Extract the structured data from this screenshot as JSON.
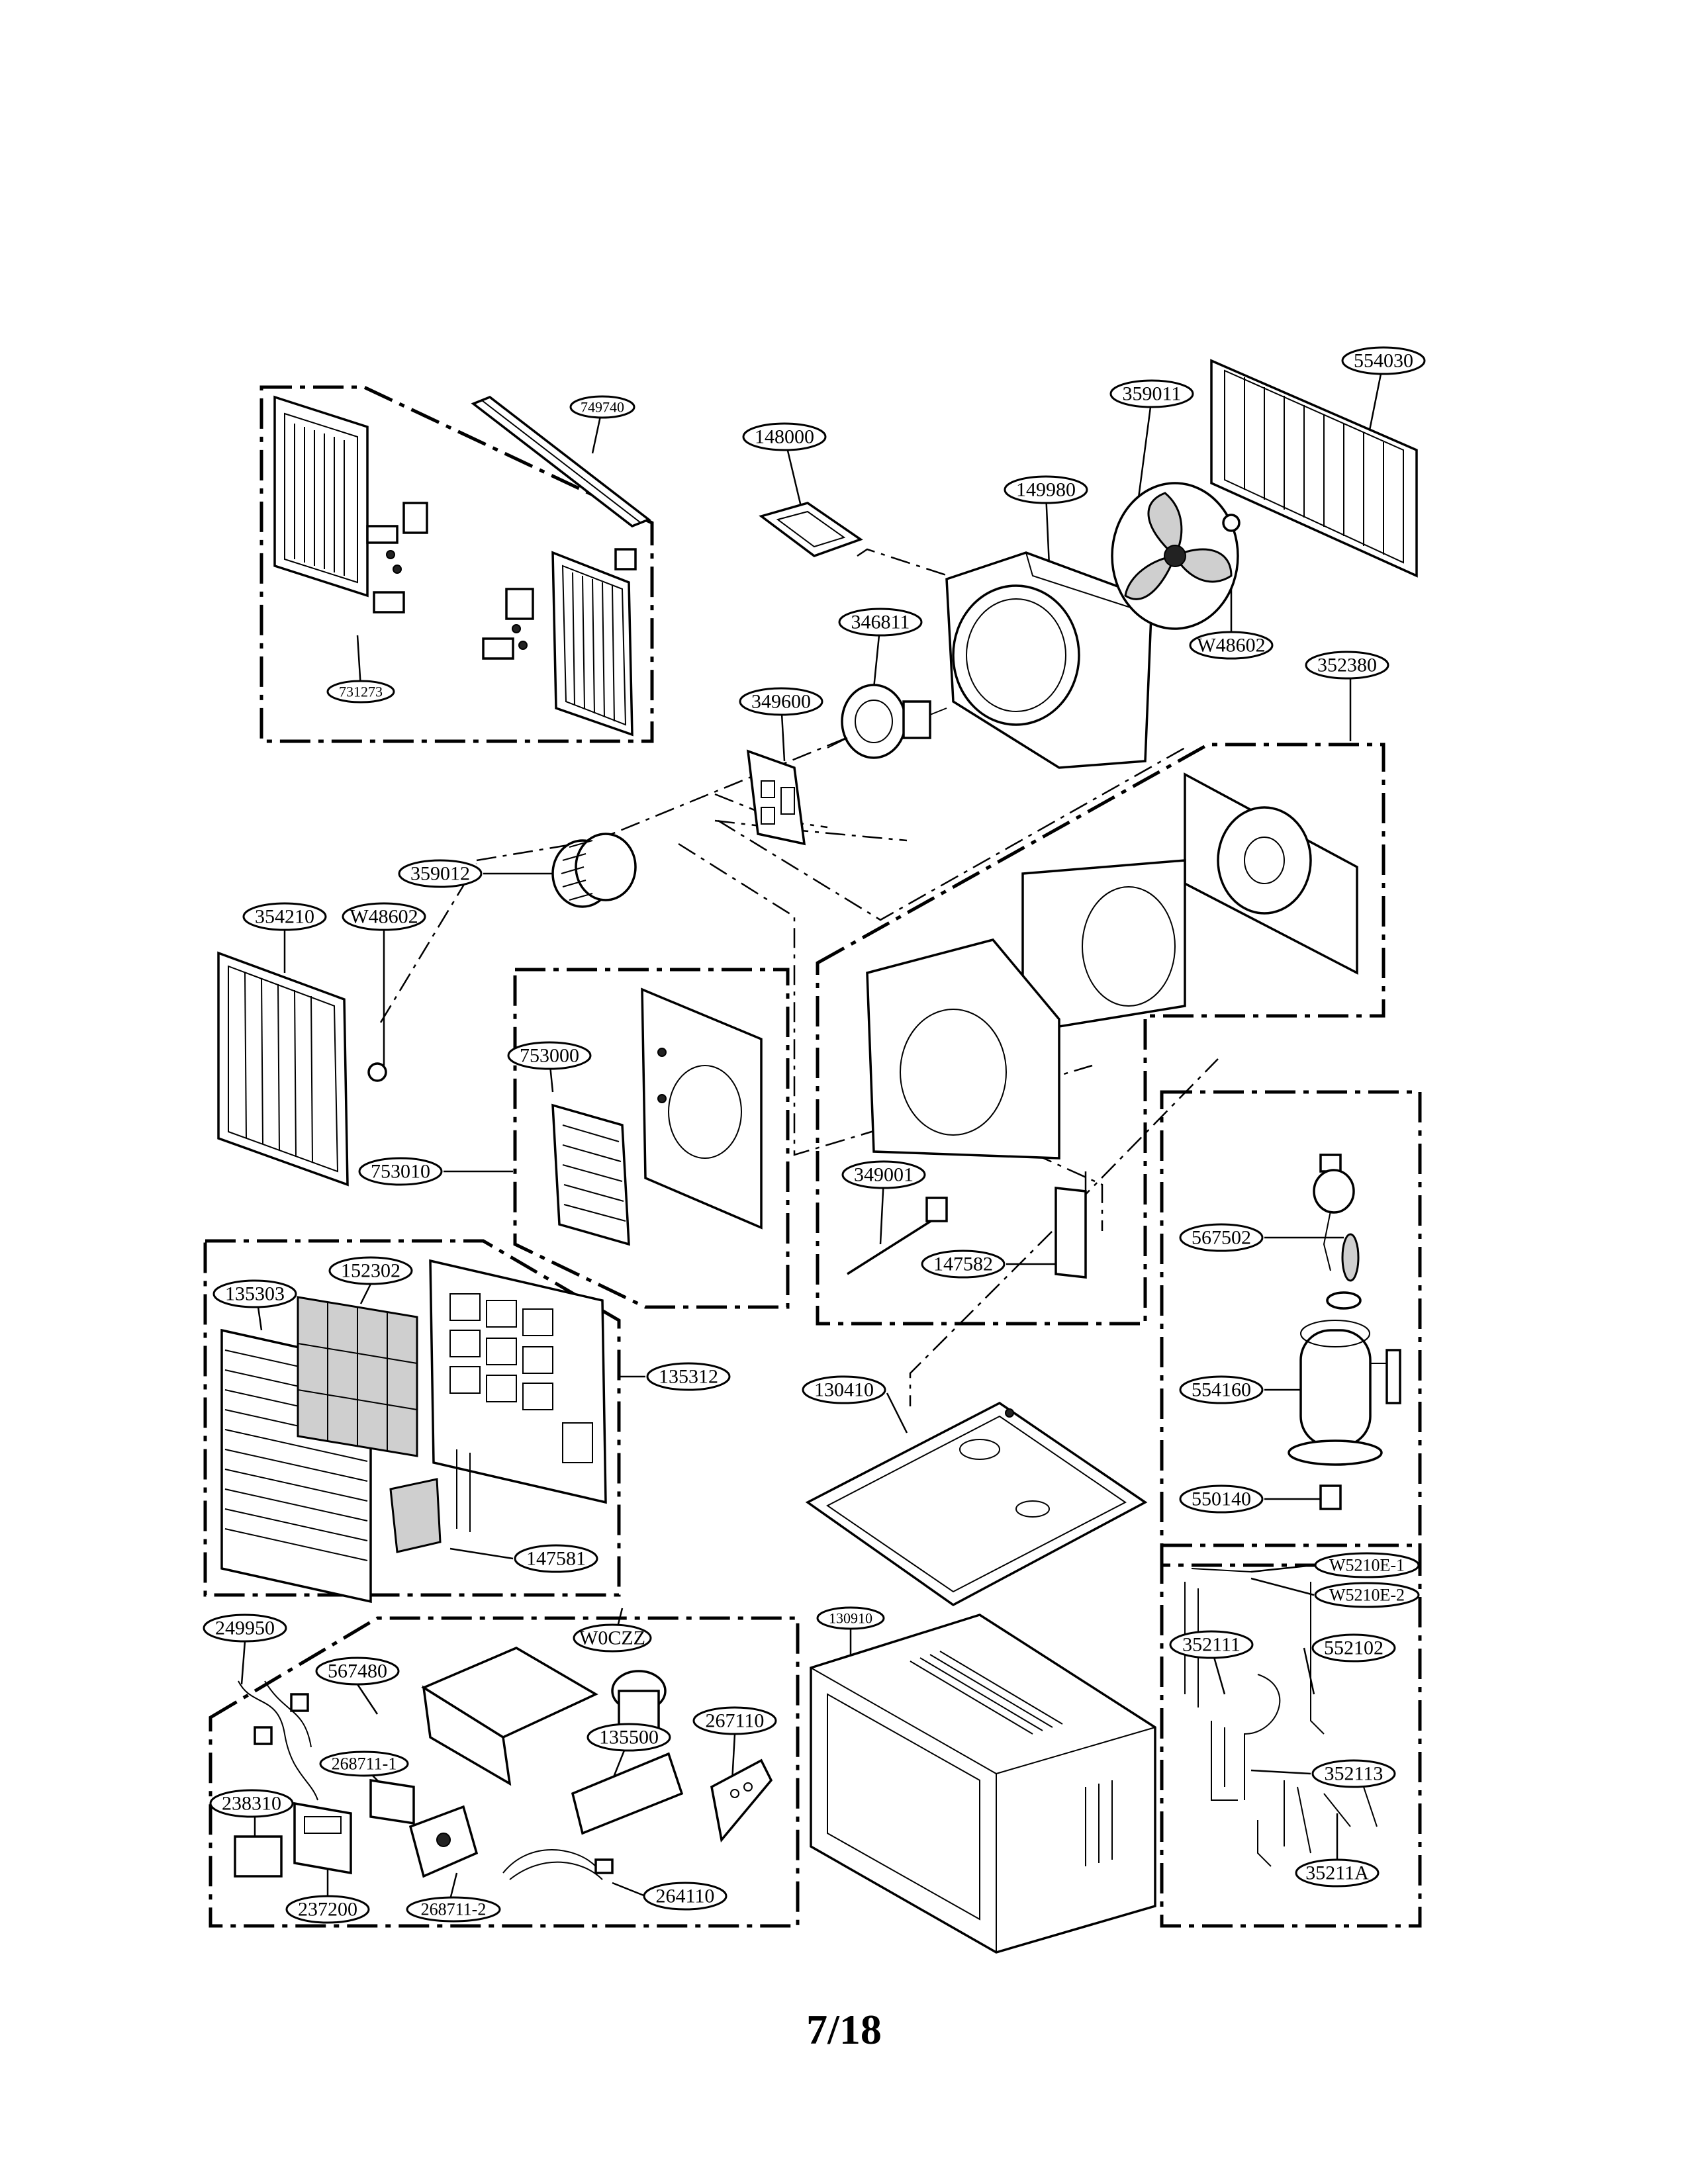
{
  "page_number": "7/18",
  "part_labels": {
    "p749740": "749740",
    "p731273": "731273",
    "p148000": "148000",
    "p149980": "149980",
    "p359011": "359011",
    "p554030": "554030",
    "p346811": "346811",
    "pW48602a": "W48602",
    "p352380": "352380",
    "p349600": "349600",
    "p359012": "359012",
    "p354210": "354210",
    "pW48602b": "W48602",
    "p753000": "753000",
    "p753010": "753010",
    "p349001": "349001",
    "p147582": "147582",
    "p567502": "567502",
    "p554160": "554160",
    "p550140": "550140",
    "p135303": "135303",
    "p152302": "152302",
    "p135312": "135312",
    "p147581": "147581",
    "p130410": "130410",
    "pW5210E1": "W5210E-1",
    "pW5210E2": "W5210E-2",
    "p352111": "352111",
    "p552102": "552102",
    "p352113": "352113",
    "p35211A": "35211A",
    "p249950": "249950",
    "p567480": "567480",
    "pW0CZZ": "W0CZZ",
    "p130910": "130910",
    "p268711_1": "268711-1",
    "p135500": "135500",
    "p267110": "267110",
    "p238310": "238310",
    "p237200": "237200",
    "p268711_2": "268711-2",
    "p264110": "264110"
  }
}
